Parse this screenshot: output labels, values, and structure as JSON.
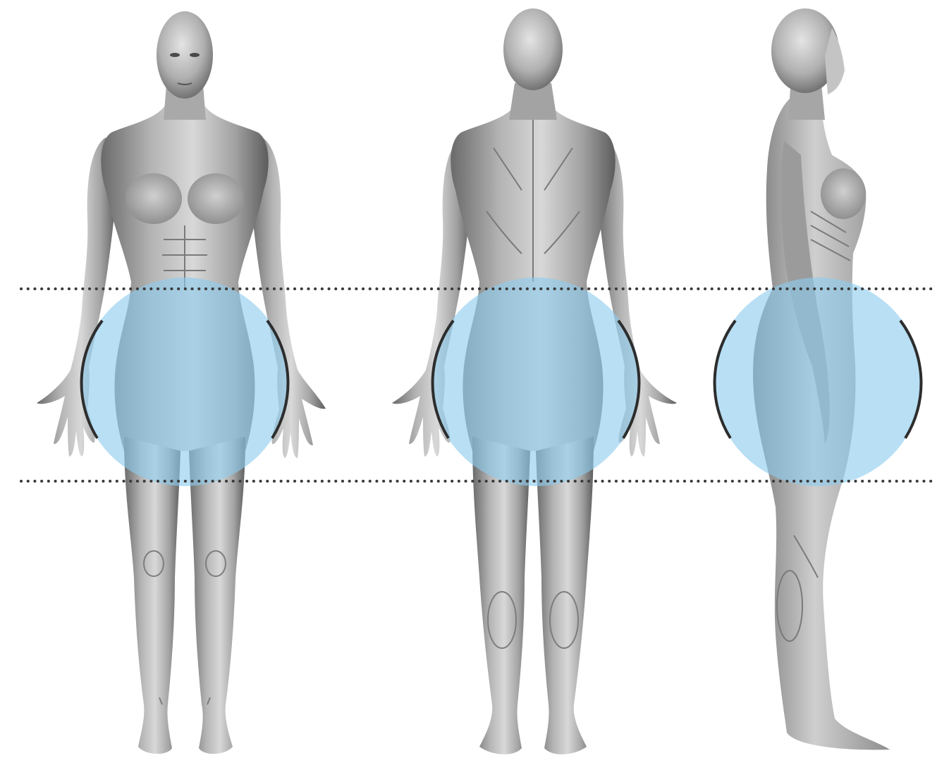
{
  "figure": {
    "views": [
      {
        "name": "front"
      },
      {
        "name": "back"
      },
      {
        "name": "side"
      }
    ],
    "highlight_region": "hips-and-upper-thighs",
    "colors": {
      "background": "#ffffff",
      "skin_light": "#dcdcdc",
      "skin_mid": "#a8a8a8",
      "skin_dark": "#5e5e5e",
      "muscle_line": "#7d7d7d",
      "highlight_fill": "#8ccbed",
      "highlight_opacity": "0.62",
      "arc_stroke": "#2d2d2d",
      "guide_line": "#3a3a3a"
    }
  }
}
